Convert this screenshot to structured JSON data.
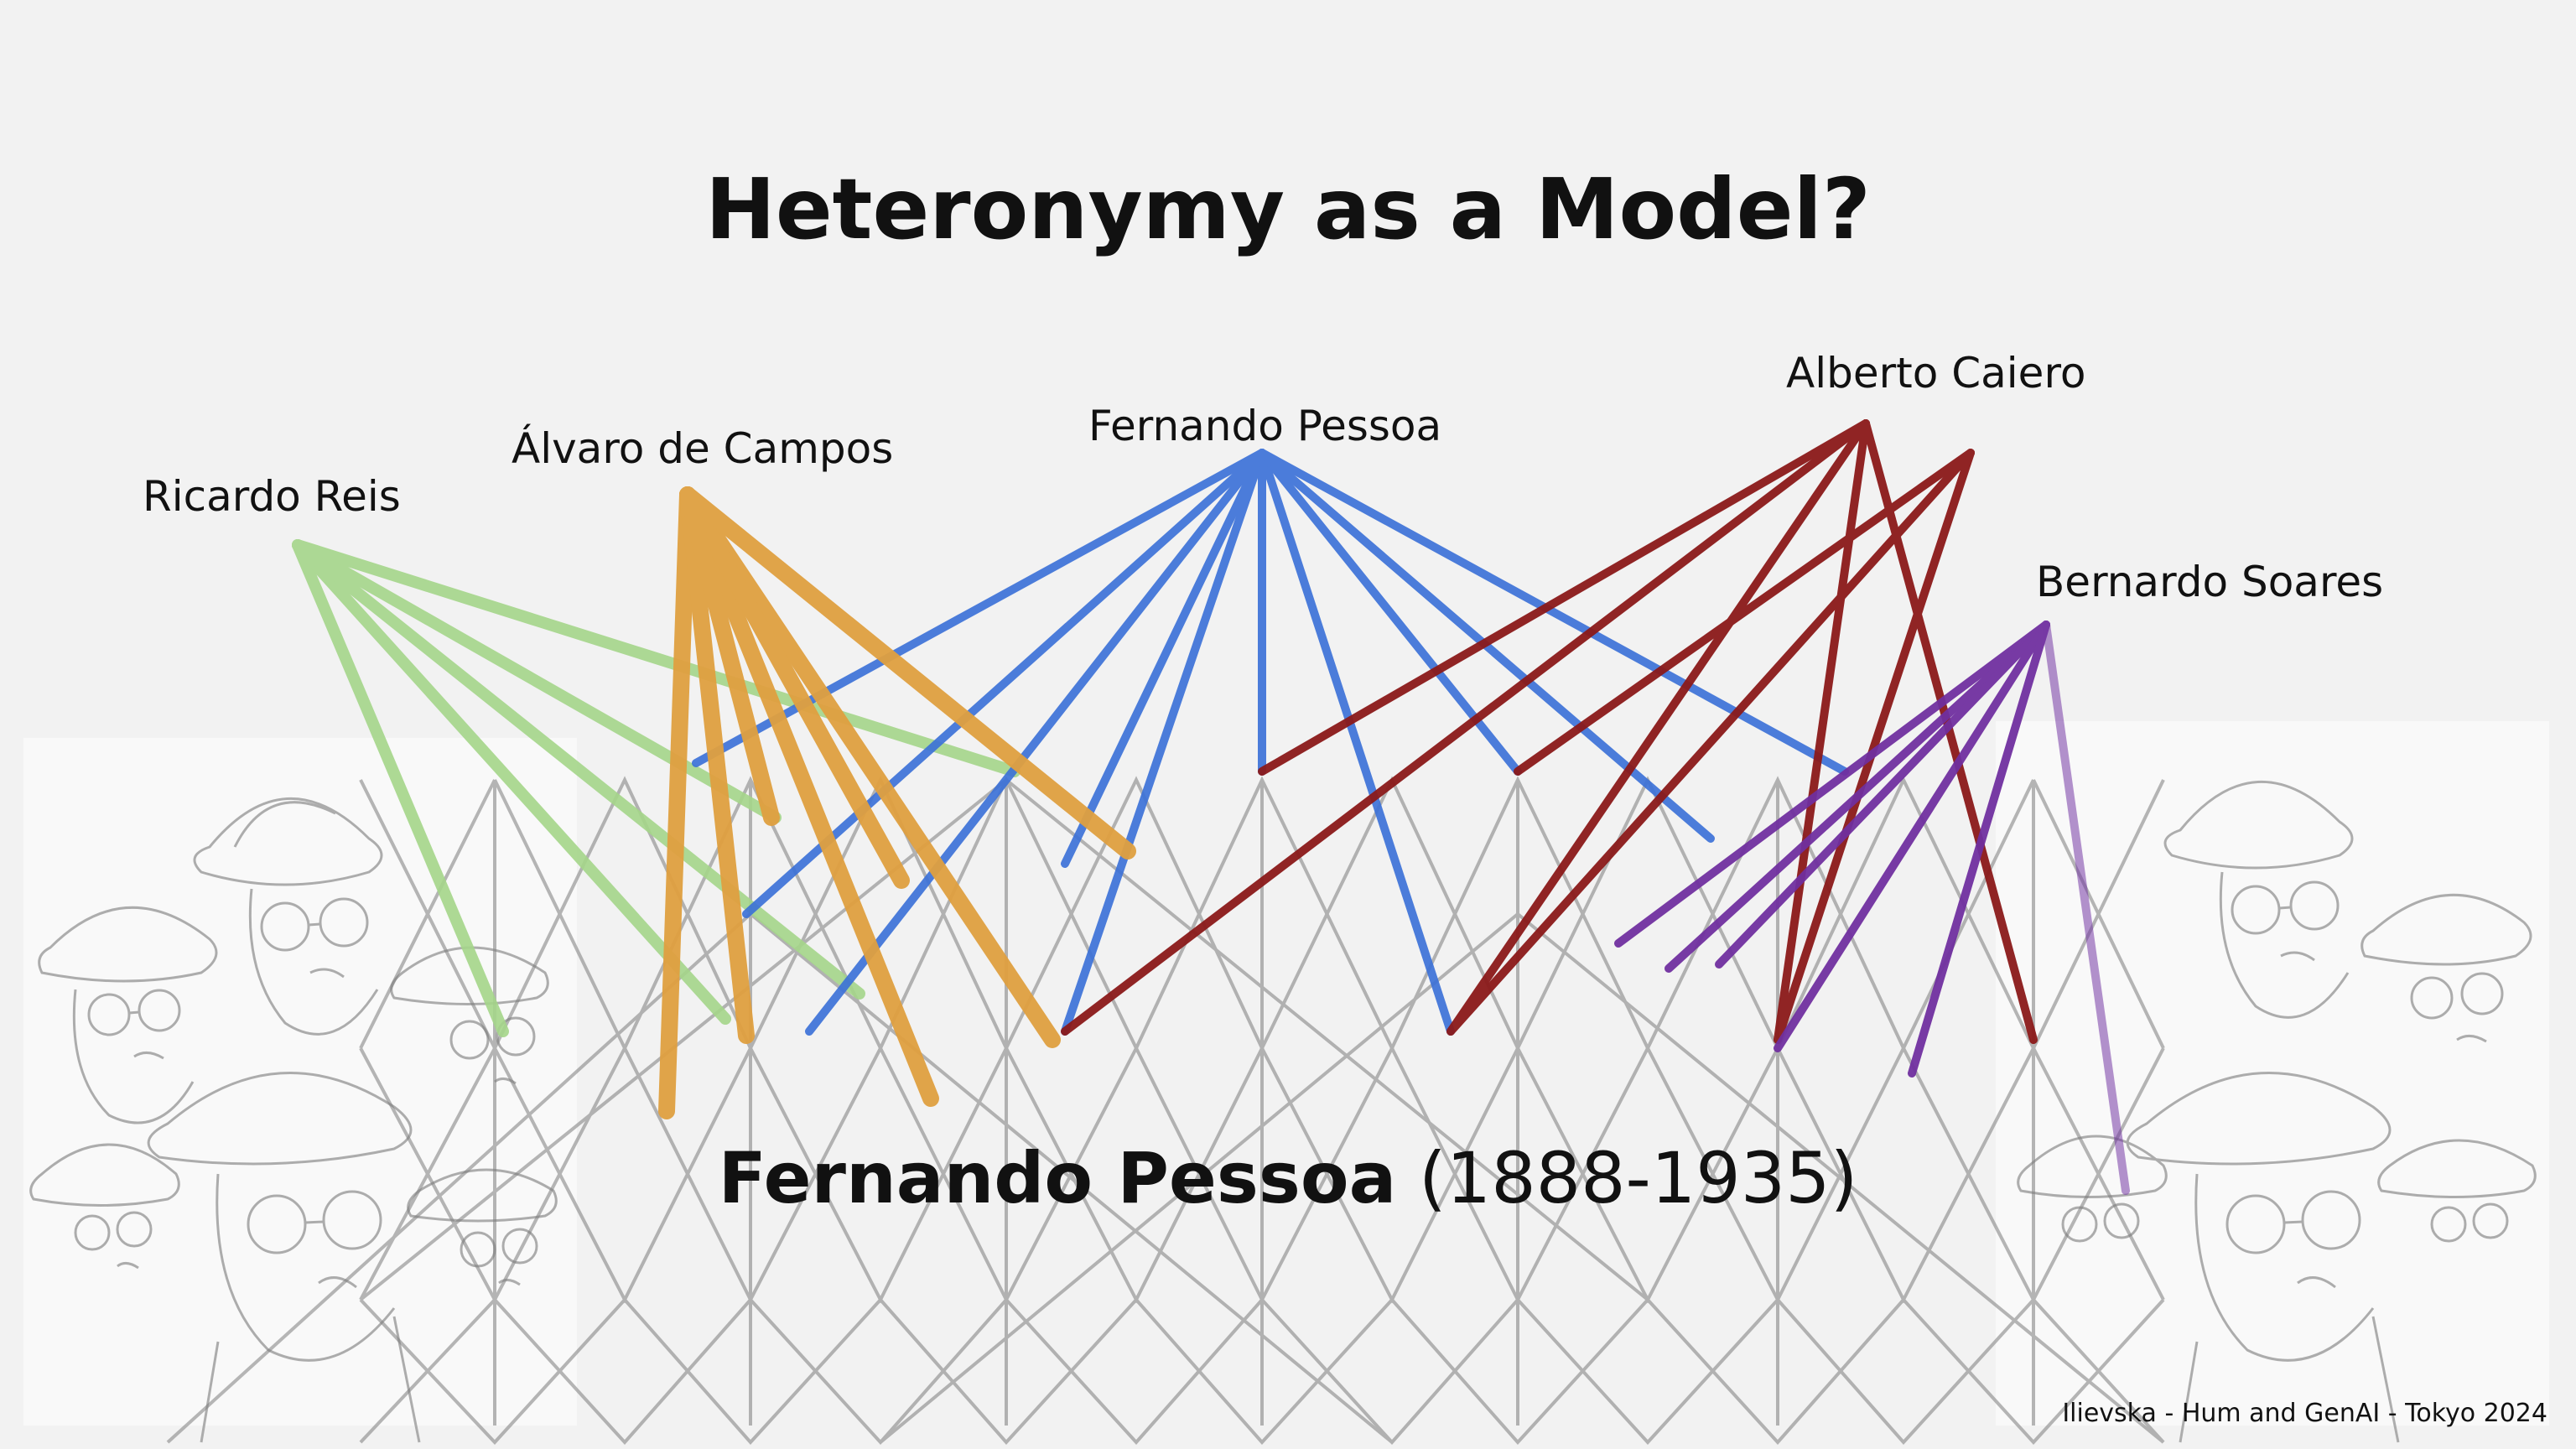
{
  "slide": {
    "title": "Heteronymy as a Model?",
    "subtitle_name": "Fernando Pessoa",
    "subtitle_years": " (1888-1935)",
    "credit": "Ilievska - Hum and GenAI - Tokyo 2024"
  },
  "personas": [
    {
      "key": "ricardo-reis",
      "label": "Ricardo Reis",
      "color": "#a8d58c"
    },
    {
      "key": "alvaro-de-campos",
      "label": "Álvaro de Campos",
      "color": "#e0a040"
    },
    {
      "key": "fernando-pessoa",
      "label": "Fernando Pessoa",
      "color": "#3a70d8"
    },
    {
      "key": "alberto-caiero",
      "label": "Alberto Caiero",
      "color": "#8b1a1a"
    },
    {
      "key": "bernardo-soares",
      "label": "Bernardo Soares",
      "color": "#7030a0"
    }
  ],
  "illustrations": [
    {
      "key": "portrait-sketch-left",
      "description_icon": "pessoa-portrait-sketch-icon"
    },
    {
      "key": "portrait-sketch-right",
      "description_icon": "pessoa-portrait-sketch-icon"
    }
  ]
}
